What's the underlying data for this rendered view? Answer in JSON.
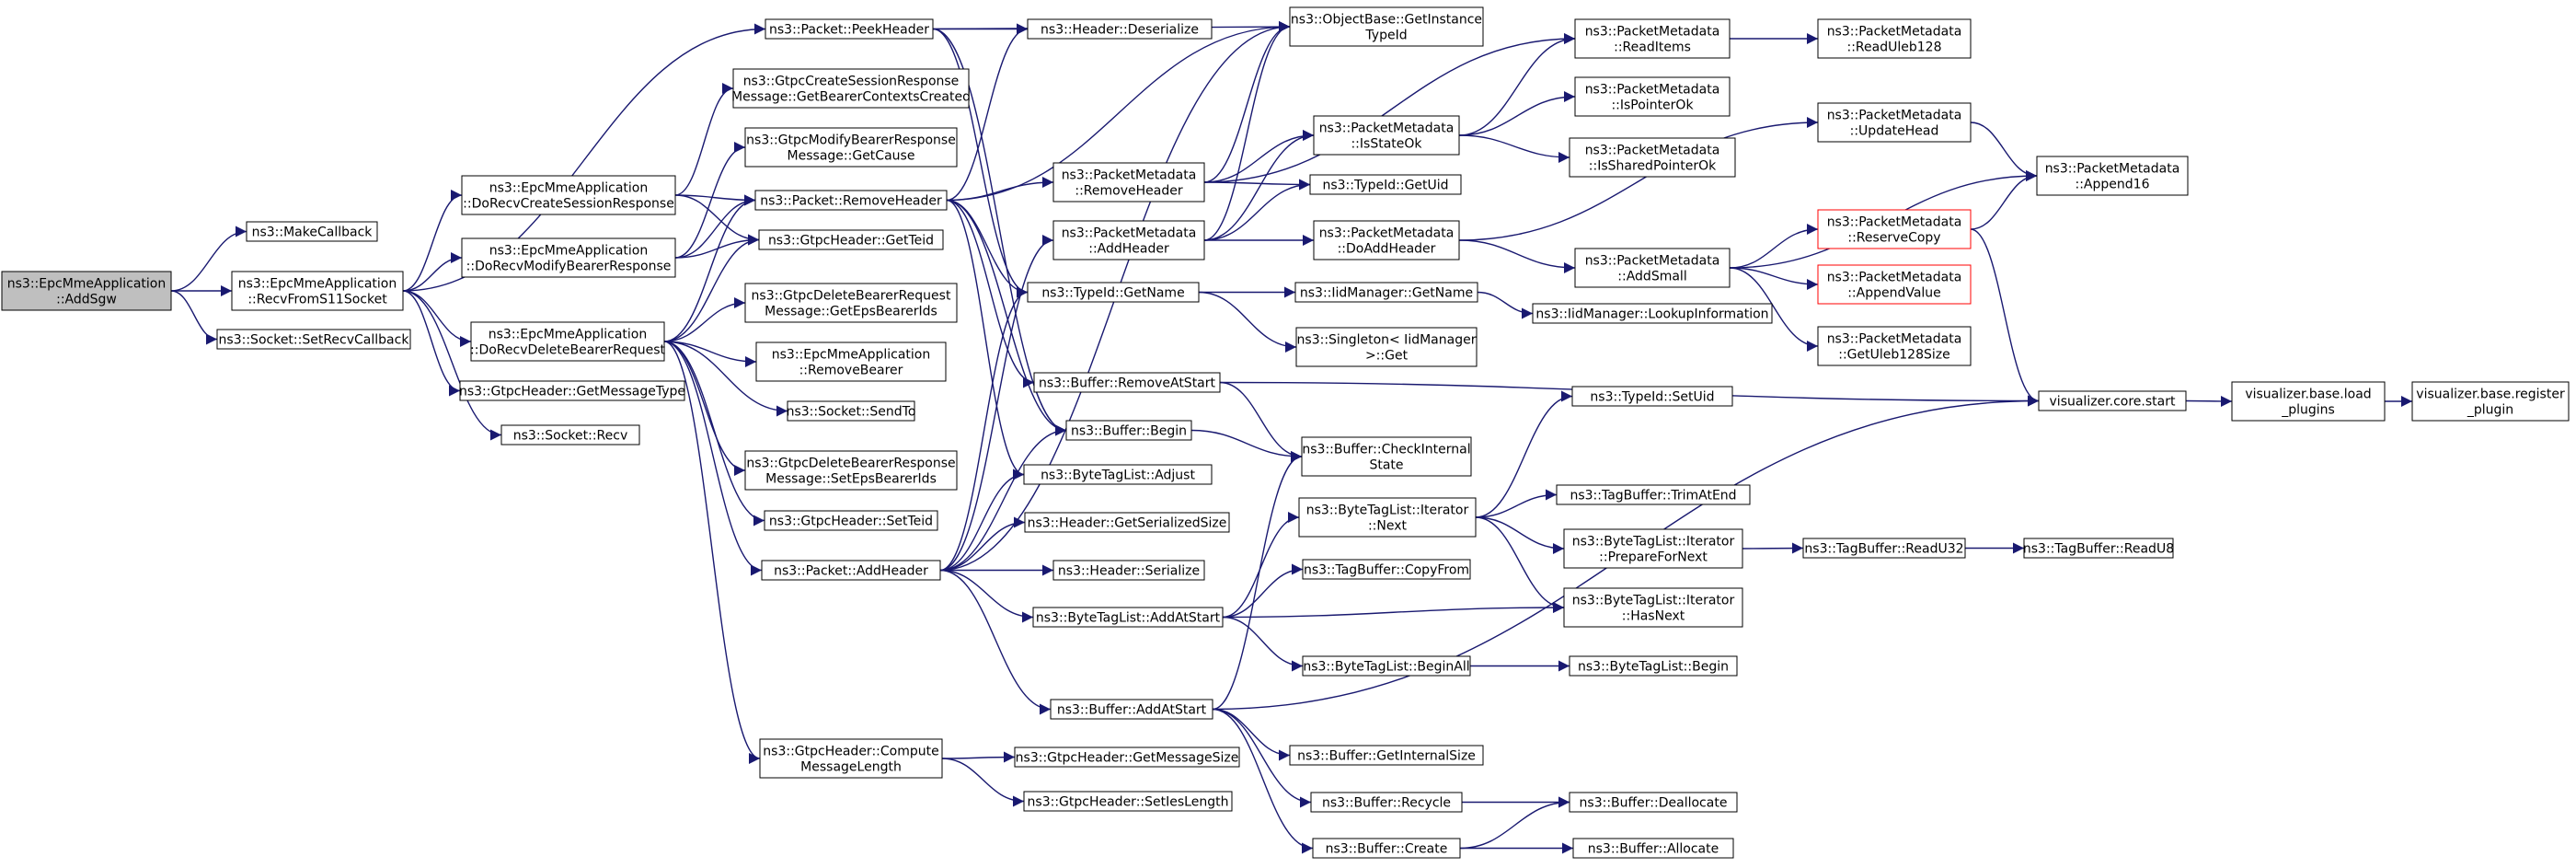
{
  "graph": {
    "root": "addsgw",
    "colors": {
      "edge": "#191970",
      "node_border": "#000000",
      "node_fill": "#ffffff",
      "root_fill": "#bfbfbf",
      "truncated_border": "#ff0000"
    },
    "nodes": [
      {
        "id": "addsgw",
        "lines": [
          "ns3::EpcMmeApplication",
          "::AddSgw"
        ]
      },
      {
        "id": "makecallback",
        "lines": [
          "ns3::MakeCallback"
        ]
      },
      {
        "id": "recvfroms11",
        "lines": [
          "ns3::EpcMmeApplication",
          "::RecvFromS11Socket"
        ]
      },
      {
        "id": "setrecvcallback",
        "lines": [
          "ns3::Socket::SetRecvCallback"
        ]
      },
      {
        "id": "peekheader",
        "lines": [
          "ns3::Packet::PeekHeader"
        ]
      },
      {
        "id": "docreatesession",
        "lines": [
          "ns3::EpcMmeApplication",
          "::DoRecvCreateSessionResponse"
        ]
      },
      {
        "id": "domodifybearer",
        "lines": [
          "ns3::EpcMmeApplication",
          "::DoRecvModifyBearerResponse"
        ]
      },
      {
        "id": "dodeletebearer",
        "lines": [
          "ns3::EpcMmeApplication",
          "::DoRecvDeleteBearerRequest"
        ]
      },
      {
        "id": "getmessagetype",
        "lines": [
          "ns3::GtpcHeader::GetMessageType"
        ]
      },
      {
        "id": "socketrecv",
        "lines": [
          "ns3::Socket::Recv"
        ]
      },
      {
        "id": "getbearercontexts",
        "lines": [
          "ns3::GtpcCreateSessionResponse",
          "Message::GetBearerContextsCreated"
        ]
      },
      {
        "id": "getcause",
        "lines": [
          "ns3::GtpcModifyBearerResponse",
          "Message::GetCause"
        ]
      },
      {
        "id": "removeheader",
        "lines": [
          "ns3::Packet::RemoveHeader"
        ]
      },
      {
        "id": "getteid",
        "lines": [
          "ns3::GtpcHeader::GetTeid"
        ]
      },
      {
        "id": "getepsbearerids",
        "lines": [
          "ns3::GtpcDeleteBearerRequest",
          "Message::GetEpsBearerIds"
        ]
      },
      {
        "id": "removebearer",
        "lines": [
          "ns3::EpcMmeApplication",
          "::RemoveBearer"
        ]
      },
      {
        "id": "sendto",
        "lines": [
          "ns3::Socket::SendTo"
        ]
      },
      {
        "id": "setepsbearerids",
        "lines": [
          "ns3::GtpcDeleteBearerResponse",
          "Message::SetEpsBearerIds"
        ]
      },
      {
        "id": "setteid",
        "lines": [
          "ns3::GtpcHeader::SetTeid"
        ]
      },
      {
        "id": "addheader",
        "lines": [
          "ns3::Packet::AddHeader"
        ]
      },
      {
        "id": "computelength",
        "lines": [
          "ns3::GtpcHeader::Compute",
          "MessageLength"
        ]
      },
      {
        "id": "deserialize",
        "lines": [
          "ns3::Header::Deserialize"
        ]
      },
      {
        "id": "pmremoveheader",
        "lines": [
          "ns3::PacketMetadata",
          "::RemoveHeader"
        ]
      },
      {
        "id": "pmaddheader",
        "lines": [
          "ns3::PacketMetadata",
          "::AddHeader"
        ]
      },
      {
        "id": "typeidgetname",
        "lines": [
          "ns3::TypeId::GetName"
        ]
      },
      {
        "id": "removeatstart",
        "lines": [
          "ns3::Buffer::RemoveAtStart"
        ]
      },
      {
        "id": "bufferbegin",
        "lines": [
          "ns3::Buffer::Begin"
        ]
      },
      {
        "id": "btladjust",
        "lines": [
          "ns3::ByteTagList::Adjust"
        ]
      },
      {
        "id": "getserializedsize",
        "lines": [
          "ns3::Header::GetSerializedSize"
        ]
      },
      {
        "id": "headerserialize",
        "lines": [
          "ns3::Header::Serialize"
        ]
      },
      {
        "id": "btladdatstart",
        "lines": [
          "ns3::ByteTagList::AddAtStart"
        ]
      },
      {
        "id": "bufferaddatstart",
        "lines": [
          "ns3::Buffer::AddAtStart"
        ]
      },
      {
        "id": "getmessagesize",
        "lines": [
          "ns3::GtpcHeader::GetMessageSize"
        ]
      },
      {
        "id": "setieslength",
        "lines": [
          "ns3::GtpcHeader::SetIesLength"
        ]
      },
      {
        "id": "getinstancetypeid",
        "lines": [
          "ns3::ObjectBase::GetInstance",
          "TypeId"
        ]
      },
      {
        "id": "isstateok",
        "lines": [
          "ns3::PacketMetadata",
          "::IsStateOk"
        ]
      },
      {
        "id": "typeidgetuid",
        "lines": [
          "ns3::TypeId::GetUid"
        ]
      },
      {
        "id": "doaddheader",
        "lines": [
          "ns3::PacketMetadata",
          "::DoAddHeader"
        ]
      },
      {
        "id": "iidgetname",
        "lines": [
          "ns3::IidManager::GetName"
        ]
      },
      {
        "id": "singletonget",
        "lines": [
          "ns3::Singleton< IidManager",
          " >::Get"
        ]
      },
      {
        "id": "checkinternal",
        "lines": [
          "ns3::Buffer::CheckInternal",
          "State"
        ]
      },
      {
        "id": "btliternext",
        "lines": [
          "ns3::ByteTagList::Iterator",
          "::Next"
        ]
      },
      {
        "id": "tbcopyfrom",
        "lines": [
          "ns3::TagBuffer::CopyFrom"
        ]
      },
      {
        "id": "btlbeginall",
        "lines": [
          "ns3::ByteTagList::BeginAll"
        ]
      },
      {
        "id": "getinternalsize",
        "lines": [
          "ns3::Buffer::GetInternalSize"
        ]
      },
      {
        "id": "bufferrecycle",
        "lines": [
          "ns3::Buffer::Recycle"
        ]
      },
      {
        "id": "buffercreate",
        "lines": [
          "ns3::Buffer::Create"
        ]
      },
      {
        "id": "readitems",
        "lines": [
          "ns3::PacketMetadata",
          "::ReadItems"
        ]
      },
      {
        "id": "ispointerok",
        "lines": [
          "ns3::PacketMetadata",
          "::IsPointerOk"
        ]
      },
      {
        "id": "issharedpointerok",
        "lines": [
          "ns3::PacketMetadata",
          "::IsSharedPointerOk"
        ]
      },
      {
        "id": "updatehead",
        "lines": [
          "ns3::PacketMetadata",
          "::UpdateHead"
        ]
      },
      {
        "id": "addsmall",
        "lines": [
          "ns3::PacketMetadata",
          "::AddSmall"
        ]
      },
      {
        "id": "iidlookup",
        "lines": [
          "ns3::IidManager::LookupInformation"
        ]
      },
      {
        "id": "setuid",
        "lines": [
          "ns3::TypeId::SetUid"
        ]
      },
      {
        "id": "trimatend",
        "lines": [
          "ns3::TagBuffer::TrimAtEnd"
        ]
      },
      {
        "id": "prepfornext",
        "lines": [
          "ns3::ByteTagList::Iterator",
          "::PrepareForNext"
        ]
      },
      {
        "id": "hasnext",
        "lines": [
          "ns3::ByteTagList::Iterator",
          "::HasNext"
        ]
      },
      {
        "id": "btlbegin",
        "lines": [
          "ns3::ByteTagList::Begin"
        ]
      },
      {
        "id": "deallocate",
        "lines": [
          "ns3::Buffer::Deallocate"
        ]
      },
      {
        "id": "allocate",
        "lines": [
          "ns3::Buffer::Allocate"
        ]
      },
      {
        "id": "readuleb128",
        "lines": [
          "ns3::PacketMetadata",
          "::ReadUleb128"
        ]
      },
      {
        "id": "append16",
        "lines": [
          "ns3::PacketMetadata",
          "::Append16"
        ]
      },
      {
        "id": "reservecopy",
        "lines": [
          "ns3::PacketMetadata",
          "::ReserveCopy"
        ],
        "truncated": true
      },
      {
        "id": "appendvalue",
        "lines": [
          "ns3::PacketMetadata",
          "::AppendValue"
        ],
        "truncated": true
      },
      {
        "id": "getuleb128size",
        "lines": [
          "ns3::PacketMetadata",
          "::GetUleb128Size"
        ]
      },
      {
        "id": "tbreadu32",
        "lines": [
          "ns3::TagBuffer::ReadU32"
        ]
      },
      {
        "id": "tbreadu8",
        "lines": [
          "ns3::TagBuffer::ReadU8"
        ]
      },
      {
        "id": "vizstart",
        "lines": [
          "visualizer.core.start"
        ]
      },
      {
        "id": "vizload",
        "lines": [
          "visualizer.base.load",
          "_plugins"
        ]
      },
      {
        "id": "vizregister",
        "lines": [
          "visualizer.base.register",
          "_plugin"
        ]
      }
    ],
    "edges": [
      [
        "addsgw",
        "makecallback"
      ],
      [
        "addsgw",
        "recvfroms11"
      ],
      [
        "addsgw",
        "setrecvcallback"
      ],
      [
        "recvfroms11",
        "peekheader"
      ],
      [
        "recvfroms11",
        "docreatesession"
      ],
      [
        "recvfroms11",
        "domodifybearer"
      ],
      [
        "recvfroms11",
        "dodeletebearer"
      ],
      [
        "recvfroms11",
        "getmessagetype"
      ],
      [
        "recvfroms11",
        "socketrecv"
      ],
      [
        "docreatesession",
        "getbearercontexts"
      ],
      [
        "docreatesession",
        "removeheader"
      ],
      [
        "docreatesession",
        "getteid"
      ],
      [
        "domodifybearer",
        "getcause"
      ],
      [
        "domodifybearer",
        "removeheader"
      ],
      [
        "domodifybearer",
        "getteid"
      ],
      [
        "dodeletebearer",
        "getepsbearerids"
      ],
      [
        "dodeletebearer",
        "removebearer"
      ],
      [
        "dodeletebearer",
        "sendto"
      ],
      [
        "dodeletebearer",
        "setepsbearerids"
      ],
      [
        "dodeletebearer",
        "setteid"
      ],
      [
        "dodeletebearer",
        "addheader"
      ],
      [
        "dodeletebearer",
        "computelength"
      ],
      [
        "dodeletebearer",
        "removeheader"
      ],
      [
        "dodeletebearer",
        "getteid"
      ],
      [
        "peekheader",
        "getinstancetypeid"
      ],
      [
        "peekheader",
        "deserialize"
      ],
      [
        "peekheader",
        "typeidgetname"
      ],
      [
        "peekheader",
        "bufferbegin"
      ],
      [
        "removeheader",
        "getinstancetypeid"
      ],
      [
        "removeheader",
        "deserialize"
      ],
      [
        "removeheader",
        "pmremoveheader"
      ],
      [
        "removeheader",
        "typeidgetname"
      ],
      [
        "removeheader",
        "removeatstart"
      ],
      [
        "removeheader",
        "bufferbegin"
      ],
      [
        "removeheader",
        "btladjust"
      ],
      [
        "addheader",
        "getinstancetypeid"
      ],
      [
        "addheader",
        "pmaddheader"
      ],
      [
        "addheader",
        "typeidgetname"
      ],
      [
        "addheader",
        "bufferbegin"
      ],
      [
        "addheader",
        "btladjust"
      ],
      [
        "addheader",
        "getserializedsize"
      ],
      [
        "addheader",
        "headerserialize"
      ],
      [
        "addheader",
        "btladdatstart"
      ],
      [
        "addheader",
        "bufferaddatstart"
      ],
      [
        "computelength",
        "getmessagesize"
      ],
      [
        "computelength",
        "setieslength"
      ],
      [
        "pmremoveheader",
        "getinstancetypeid"
      ],
      [
        "pmremoveheader",
        "readitems"
      ],
      [
        "pmremoveheader",
        "isstateok"
      ],
      [
        "pmremoveheader",
        "typeidgetuid"
      ],
      [
        "pmaddheader",
        "getinstancetypeid"
      ],
      [
        "pmaddheader",
        "isstateok"
      ],
      [
        "pmaddheader",
        "typeidgetuid"
      ],
      [
        "pmaddheader",
        "doaddheader"
      ],
      [
        "isstateok",
        "readitems"
      ],
      [
        "isstateok",
        "ispointerok"
      ],
      [
        "isstateok",
        "issharedpointerok"
      ],
      [
        "doaddheader",
        "updatehead"
      ],
      [
        "doaddheader",
        "addsmall"
      ],
      [
        "addsmall",
        "append16"
      ],
      [
        "addsmall",
        "reservecopy"
      ],
      [
        "addsmall",
        "appendvalue"
      ],
      [
        "addsmall",
        "getuleb128size"
      ],
      [
        "updatehead",
        "append16"
      ],
      [
        "reservecopy",
        "append16"
      ],
      [
        "reservecopy",
        "vizstart"
      ],
      [
        "readitems",
        "readuleb128"
      ],
      [
        "typeidgetname",
        "iidgetname"
      ],
      [
        "typeidgetname",
        "singletonget"
      ],
      [
        "iidgetname",
        "iidlookup"
      ],
      [
        "removeatstart",
        "checkinternal"
      ],
      [
        "removeatstart",
        "vizstart"
      ],
      [
        "bufferbegin",
        "checkinternal"
      ],
      [
        "btladdatstart",
        "btliternext"
      ],
      [
        "btladdatstart",
        "tbcopyfrom"
      ],
      [
        "btladdatstart",
        "btlbeginall"
      ],
      [
        "btladdatstart",
        "hasnext"
      ],
      [
        "btliternext",
        "setuid"
      ],
      [
        "btliternext",
        "trimatend"
      ],
      [
        "btliternext",
        "prepfornext"
      ],
      [
        "btliternext",
        "hasnext"
      ],
      [
        "prepfornext",
        "tbreadu32"
      ],
      [
        "tbreadu32",
        "tbreadu8"
      ],
      [
        "btlbeginall",
        "btlbegin"
      ],
      [
        "bufferaddatstart",
        "checkinternal"
      ],
      [
        "bufferaddatstart",
        "getinternalsize"
      ],
      [
        "bufferaddatstart",
        "bufferrecycle"
      ],
      [
        "bufferaddatstart",
        "buffercreate"
      ],
      [
        "bufferaddatstart",
        "vizstart"
      ],
      [
        "bufferrecycle",
        "deallocate"
      ],
      [
        "buffercreate",
        "deallocate"
      ],
      [
        "buffercreate",
        "allocate"
      ],
      [
        "vizstart",
        "vizload"
      ],
      [
        "vizload",
        "vizregister"
      ]
    ]
  }
}
